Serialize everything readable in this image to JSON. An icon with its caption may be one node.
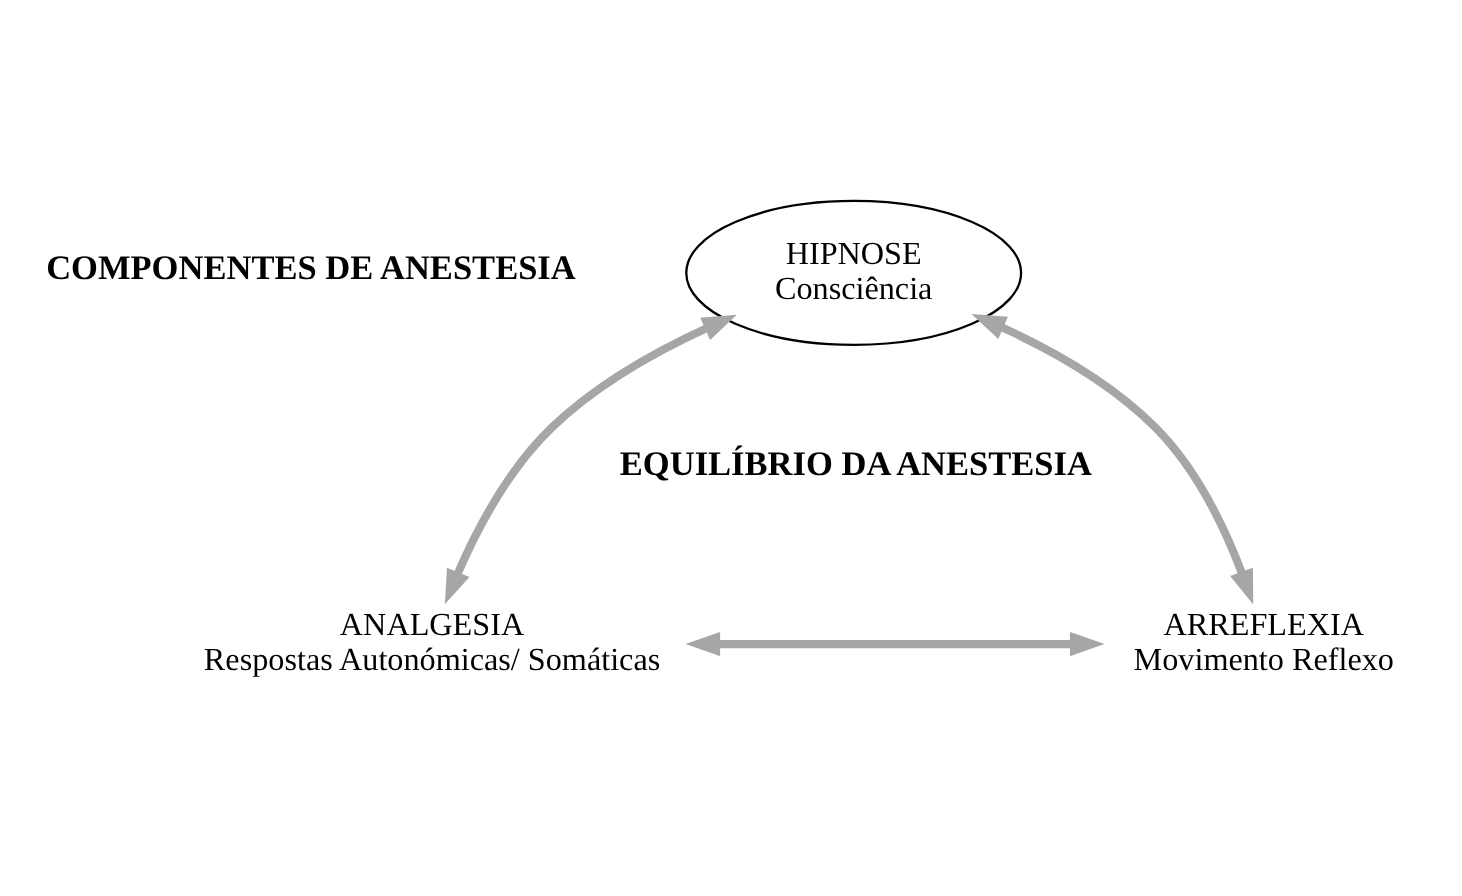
{
  "diagram": {
    "nodes": [
      {
        "text": [
          "HIPNOSE",
          "Consciência"
        ]
      },
      {
        "text": [
          "ANALGESIA",
          "Respostas Autonómicas/ Somáticas"
        ]
      },
      {
        "text": [
          "ARREFLEXIA",
          "Movimento Reflexo"
        ]
      }
    ],
    "edges": [
      {
        "from": 0,
        "to": 1,
        "arrow": "both"
      },
      {
        "from": 0,
        "to": 2,
        "arrow": "both"
      },
      {
        "from": 1,
        "to": 2,
        "arrow": "both"
      }
    ],
    "labels": [
      "COMPONENTES DE ANESTESIA",
      "EQUILÍBRIO DA ANESTESIA"
    ]
  }
}
